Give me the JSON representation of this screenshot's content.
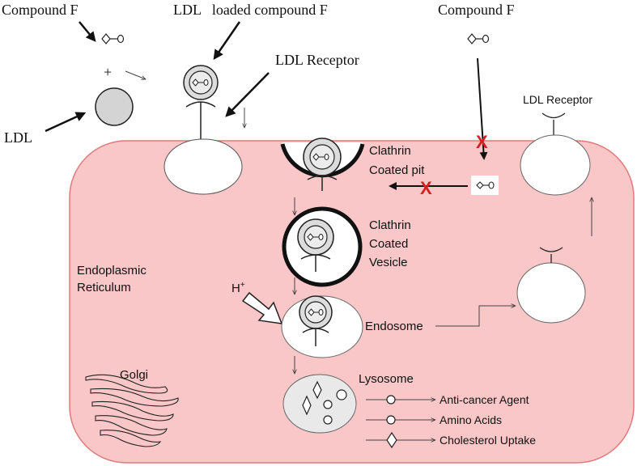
{
  "labels": {
    "compound_f_left": "Compound F",
    "ldl_loaded_compound_f": "LDL   loaded compound F",
    "ldl_receptor_top": "LDL Receptor",
    "compound_f_right": "Compound F",
    "ldl": "LDL",
    "plus": "+",
    "ldl_receptor_right": "LDL Receptor",
    "clathrin_coated_pit": [
      "Clathrin",
      "Coated pit"
    ],
    "clathrin_coated_vesicle": [
      "Clathrin",
      "Coated",
      "Vesicle"
    ],
    "endoplasmic_reticulum": [
      "Endoplasmic",
      "Reticulum"
    ],
    "proton": "H",
    "proton_sup": "+",
    "endosome": "Endosome",
    "golgi": "Golgi",
    "lysosome": "Lysosome",
    "anti_cancer_agent": "Anti-cancer Agent",
    "amino_acids": "Amino Acids",
    "cholesterol_uptake": "Cholesterol Uptake",
    "blocked_mark": "X"
  },
  "colors": {
    "cell_fill": "#f9c7c7",
    "cell_stroke": "#e07a7a",
    "vesicle_fill": "#ffffff",
    "lysosome_fill": "#e9e9e9",
    "blocked_mark": "#d42020",
    "arrow_outline": "#222222"
  }
}
